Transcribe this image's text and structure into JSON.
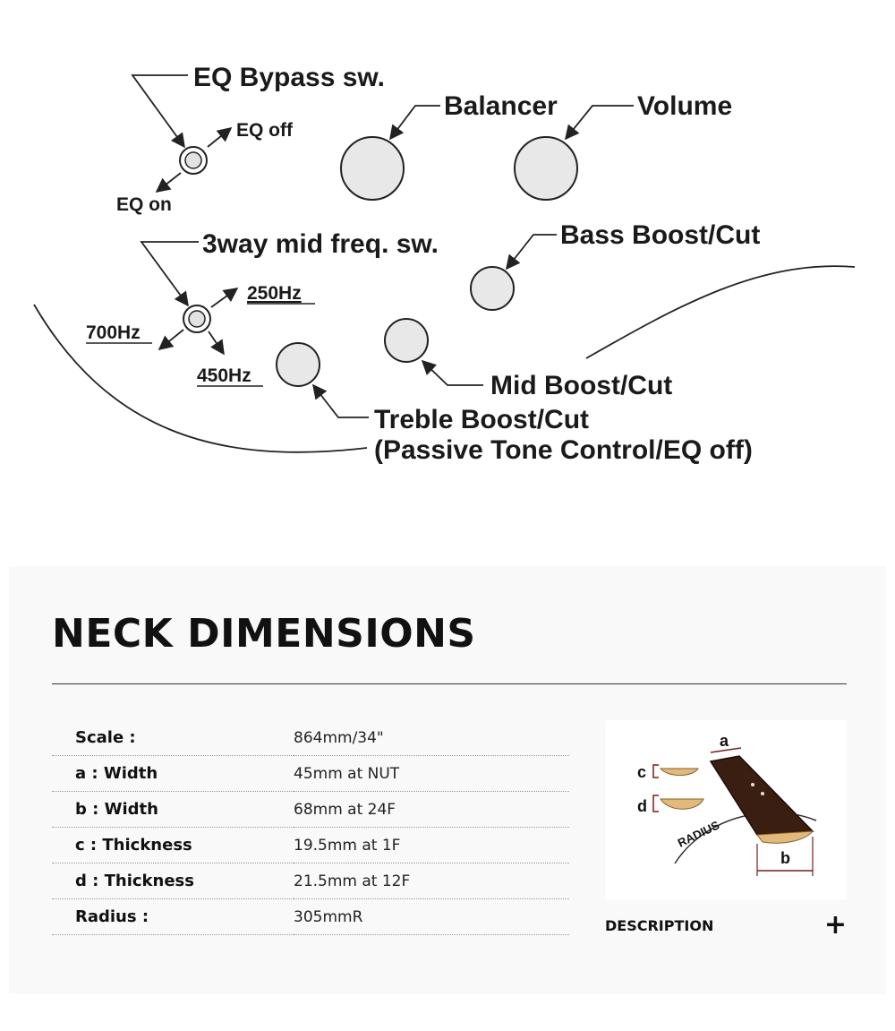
{
  "diagram": {
    "eq_bypass": "EQ Bypass sw.",
    "eq_off": "EQ off",
    "eq_on": "EQ on",
    "balancer": "Balancer",
    "volume": "Volume",
    "bass": "Bass Boost/Cut",
    "mid_sw": "3way mid freq. sw.",
    "hz250": "250Hz",
    "hz700": "700Hz",
    "hz450": "450Hz",
    "mid": "Mid Boost/Cut",
    "treble": "Treble Boost/Cut",
    "treble_sub": "(Passive Tone Control/EQ off)"
  },
  "neck": {
    "title": "NECK DIMENSIONS",
    "specs": [
      {
        "label": "Scale :",
        "value": "864mm/34\""
      },
      {
        "label": "a : Width",
        "value": "45mm at NUT"
      },
      {
        "label": "b : Width",
        "value": "68mm at 24F"
      },
      {
        "label": "c : Thickness",
        "value": "19.5mm at 1F"
      },
      {
        "label": "d : Thickness",
        "value": "21.5mm at 12F"
      },
      {
        "label": "Radius :",
        "value": "305mmR"
      }
    ],
    "figure": {
      "a": "a",
      "b": "b",
      "c": "c",
      "d": "d",
      "radius": "RADIUS"
    },
    "description_label": "DESCRIPTION",
    "plus": "+"
  }
}
